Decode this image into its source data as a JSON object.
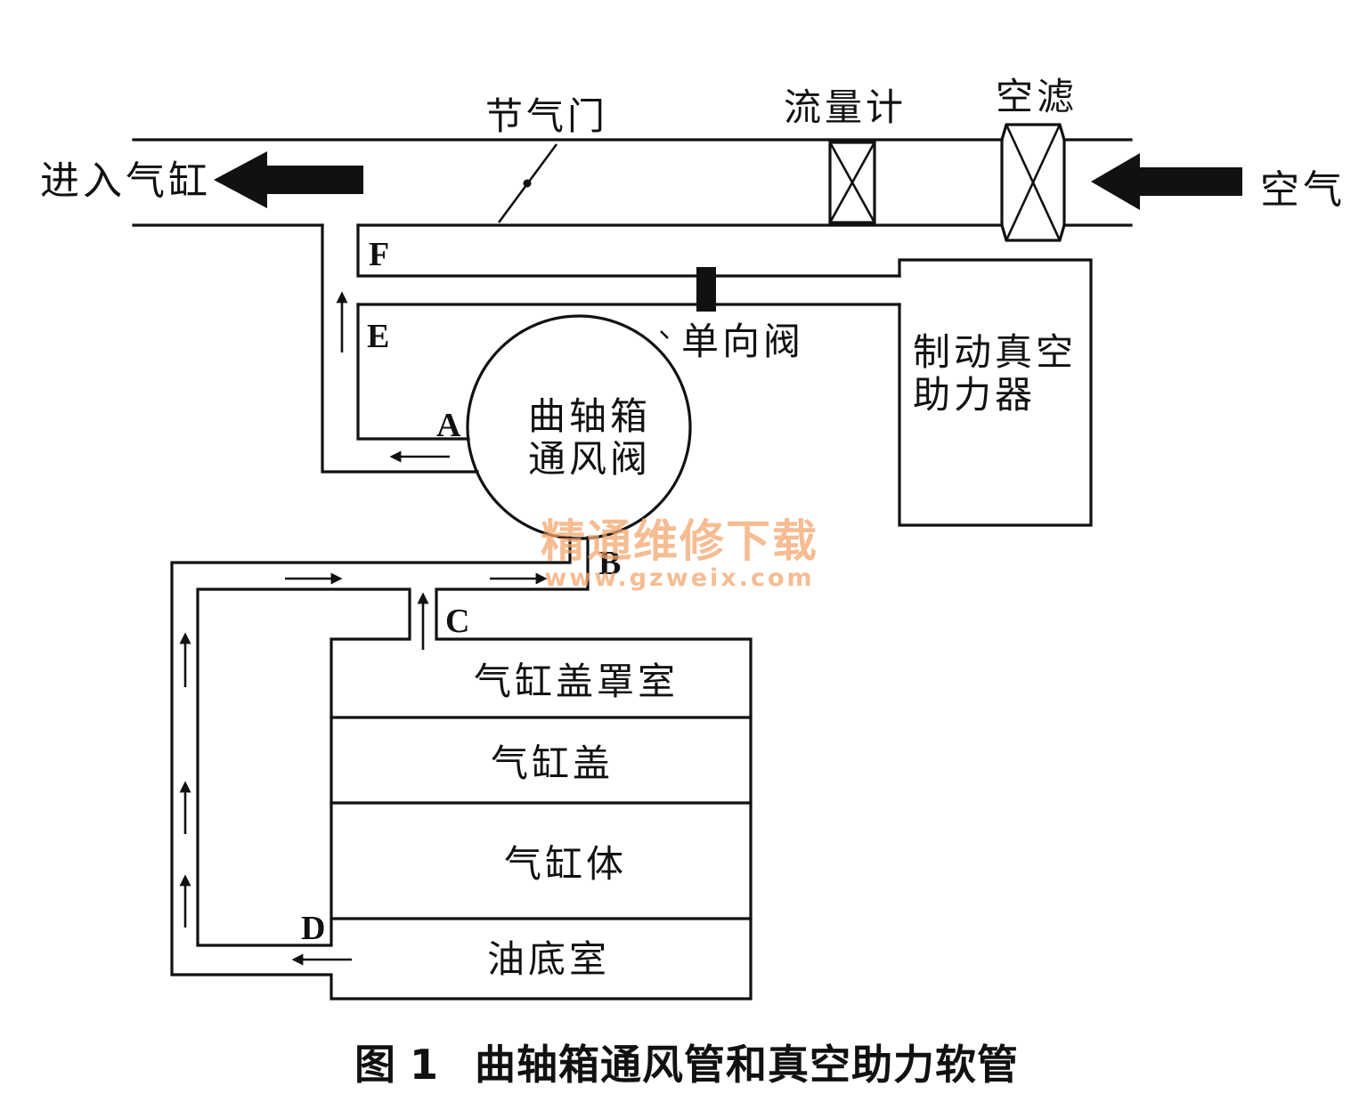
{
  "labels": {
    "intake_to_cylinder": "进入气缸",
    "air_in": "空气",
    "throttle": "节气门",
    "flow_meter": "流量计",
    "air_filter": "空滤",
    "check_valve": "单向阀",
    "brake_booster": [
      "制动真空",
      "助力器"
    ],
    "pcv_valve": [
      "曲轴箱",
      "通风阀"
    ],
    "cylinder_head_cover": "气缸盖罩室",
    "cylinder_head": "气缸盖",
    "cylinder_block": "气缸体",
    "oil_pan": "油底室"
  },
  "points": {
    "A": "A",
    "B": "B",
    "C": "C",
    "D": "D",
    "E": "E",
    "F": "F"
  },
  "watermark": {
    "name": "精通维修下载",
    "url": "www.gzweix.com"
  },
  "caption": {
    "number": "图 1",
    "title": "曲轴箱通风管和真空助力软管"
  },
  "colors": {
    "line": "#111111",
    "watermark": "#f4a66e",
    "background": "#ffffff"
  }
}
